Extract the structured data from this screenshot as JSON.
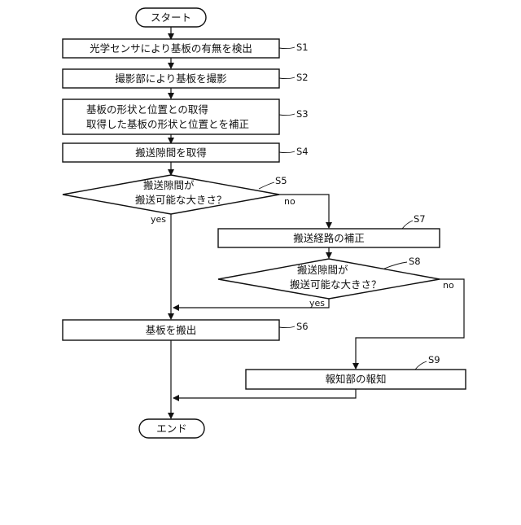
{
  "flowchart": {
    "start": "スタート",
    "end": "エンド",
    "steps": [
      {
        "id": "S1",
        "lines": [
          "光学センサにより基板の有無を検出"
        ]
      },
      {
        "id": "S2",
        "lines": [
          "撮影部により基板を撮影"
        ]
      },
      {
        "id": "S3",
        "lines": [
          "基板の形状と位置との取得",
          "取得した基板の形状と位置とを補正"
        ]
      },
      {
        "id": "S4",
        "lines": [
          "搬送隙間を取得"
        ]
      },
      {
        "id": "S5",
        "lines": [
          "搬送隙間が",
          "搬送可能な大きさ？"
        ]
      },
      {
        "id": "S6",
        "lines": [
          "基板を搬出"
        ]
      },
      {
        "id": "S7",
        "lines": [
          "搬送経路の補正"
        ]
      },
      {
        "id": "S8",
        "lines": [
          "搬送隙間が",
          "搬送可能な大きさ？"
        ]
      },
      {
        "id": "S9",
        "lines": [
          "報知部の報知"
        ]
      }
    ],
    "branches": {
      "s5_yes": "yes",
      "s5_no": "no",
      "s8_yes": "yes",
      "s8_no": "no"
    }
  }
}
